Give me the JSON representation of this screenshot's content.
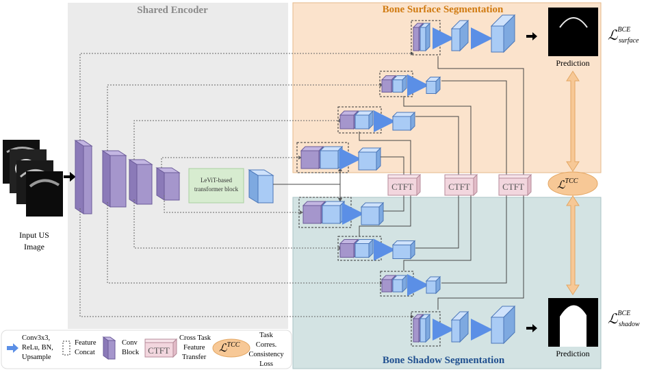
{
  "regions": {
    "encoder_title": "Shared Encoder",
    "surface_title": "Bone Surface Segmentation",
    "shadow_title": "Bone Shadow Segmentation"
  },
  "input": {
    "label_line1": "Input US",
    "label_line2": "Image"
  },
  "transformer": {
    "line1": "LeViT-based",
    "line2": "transformer block"
  },
  "ctft_label": "CTFT",
  "predictions": {
    "surface_label": "Prediction",
    "shadow_label": "Prediction"
  },
  "losses": {
    "surface": {
      "main": "ℒ",
      "sup": "BCE",
      "sub": "surface"
    },
    "shadow": {
      "main": "ℒ",
      "sup": "BCE",
      "sub": "shadow"
    },
    "tcc": {
      "main": "ℒ",
      "sup": "TCC"
    }
  },
  "legend": {
    "conv_lines": [
      "Conv3x3,",
      "ReLu, BN,",
      "Upsample"
    ],
    "concat_lines": [
      "Feature",
      "Concat"
    ],
    "block_lines": [
      "Conv",
      "Block"
    ],
    "ctft_lines": [
      "Cross Task",
      "Feature",
      "Transfer"
    ],
    "ctft_box": "CTFT",
    "tcc_main": "ℒ",
    "tcc_sup": "TCC",
    "tcc_lines": [
      "Task",
      "Corres.",
      "Consistency",
      "Loss"
    ]
  },
  "colors": {
    "encoder_bg": "#ebebeb",
    "surface_bg": "#fbe3cc",
    "shadow_bg": "#d3e3e3",
    "title_orange": "#d07a10",
    "title_blue": "#1f4f8f",
    "title_gray": "#8a8a8a",
    "purple": "#a596cc",
    "blue_block": "#a9cbf5",
    "transformer_green": "#d7ecd0",
    "ctft_pink": "#f2d6de",
    "tcc_orange": "#f7c896"
  }
}
